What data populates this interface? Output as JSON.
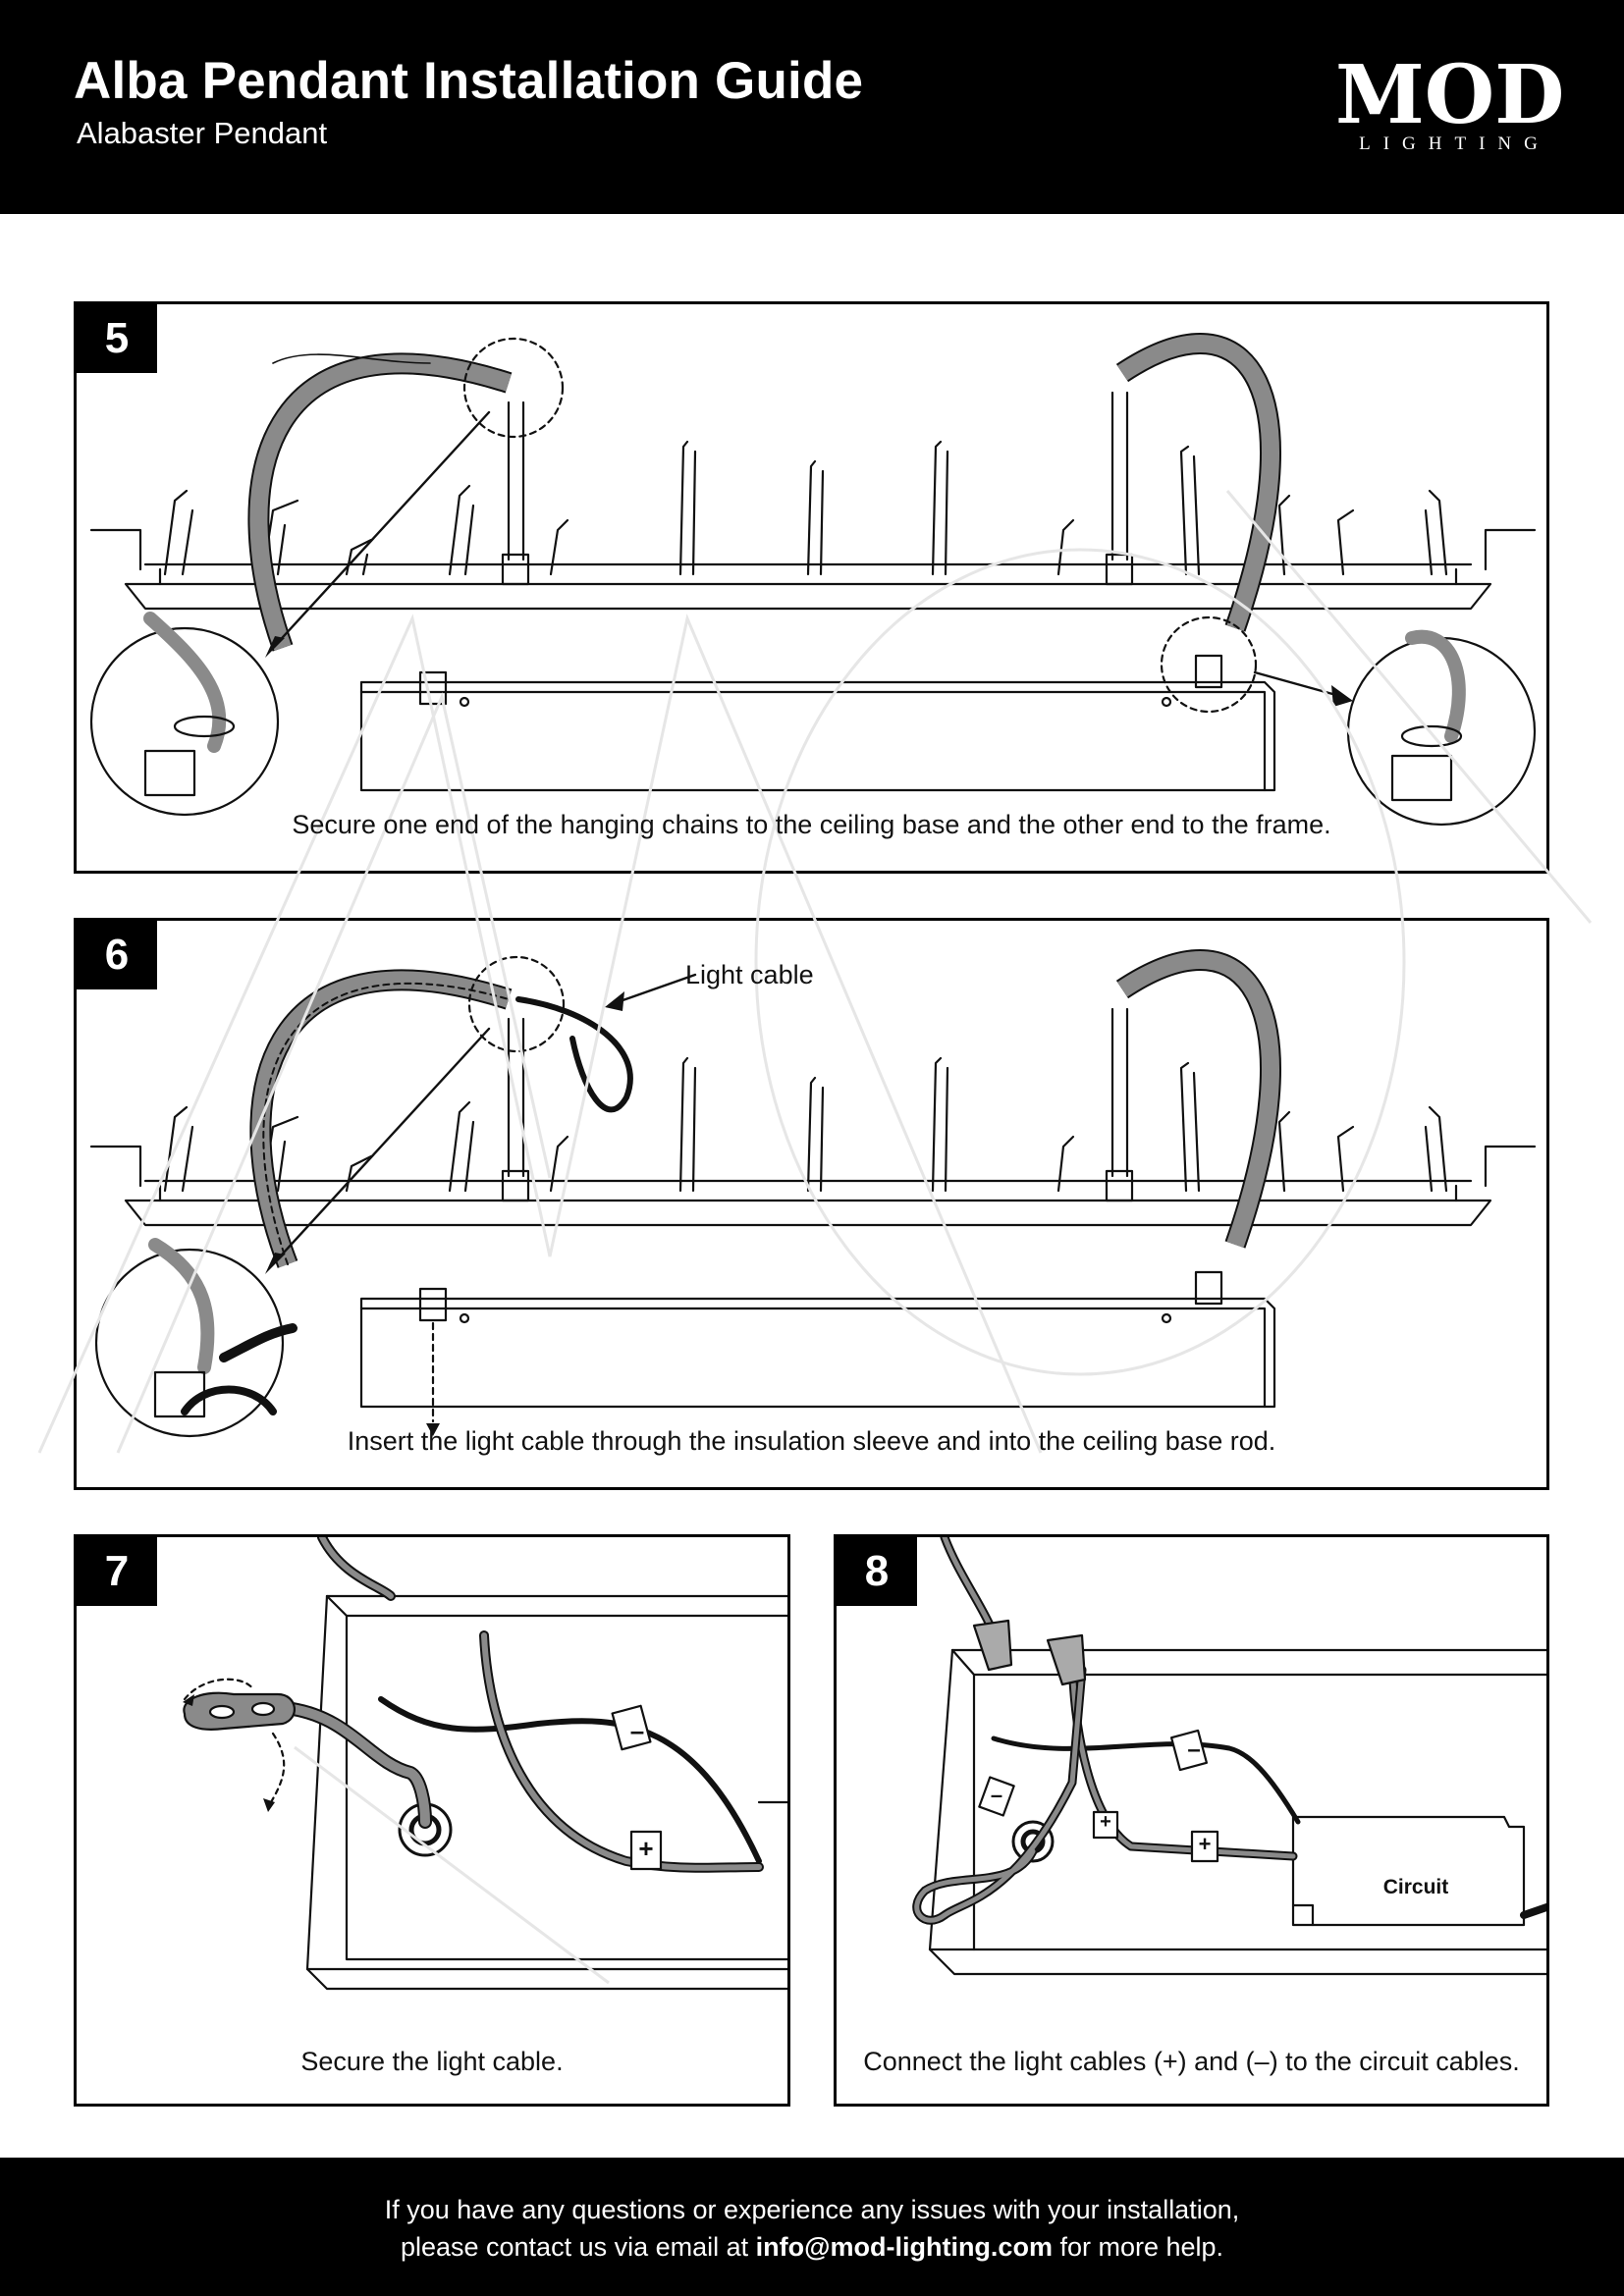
{
  "header": {
    "title": "Alba Pendant Installation Guide",
    "subtitle": "Alabaster Pendant",
    "logo_main": "MOD",
    "logo_sub": "LIGHTING"
  },
  "steps": [
    {
      "number": "5",
      "caption": "Secure one end of the hanging chains to the ceiling base and the other end to the frame."
    },
    {
      "number": "6",
      "caption": "Insert the light cable through the insulation sleeve and into the ceiling base rod.",
      "callout": "Light cable"
    },
    {
      "number": "7",
      "caption": "Secure the light cable.",
      "labels": {
        "minus": "–",
        "plus": "+"
      }
    },
    {
      "number": "8",
      "caption": "Connect the light cables (+) and (–) to the circuit cables.",
      "labels": {
        "minus": "–",
        "plus": "+",
        "circuit": "Circuit"
      }
    }
  ],
  "footer": {
    "line1": "If you have any questions or experience any issues with your installation,",
    "line2_prefix": "please contact us via email at",
    "email": "info@mod-lighting.com",
    "line2_suffix": "for more help."
  },
  "colors": {
    "ink": "#111111",
    "sleeve": "#8a8a8a",
    "wire": "#111111",
    "header_bg": "#000000"
  }
}
